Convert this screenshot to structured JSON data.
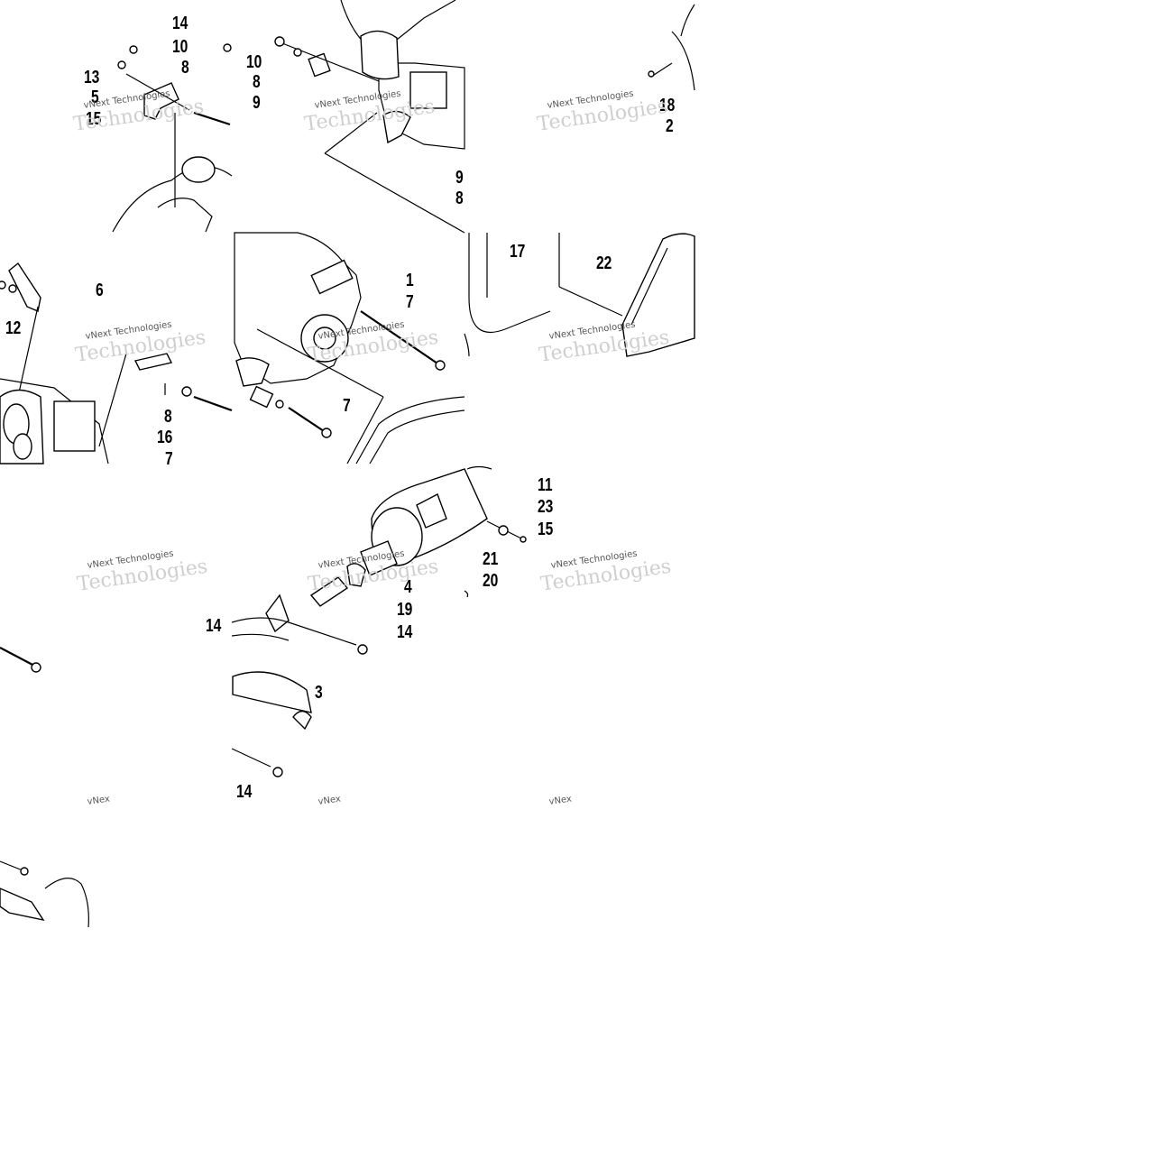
{
  "diagram": {
    "callouts": [
      "14",
      "10",
      "8",
      "13",
      "5",
      "15",
      "10",
      "8",
      "9",
      "18",
      "2",
      "9",
      "8",
      "6",
      "12",
      "1",
      "7",
      "17",
      "22",
      "8",
      "16",
      "7",
      "7",
      "11",
      "23",
      "15",
      "21",
      "20",
      "4",
      "19",
      "14",
      "14",
      "3",
      "14"
    ],
    "watermark": {
      "line1": "vNext Technologies",
      "line1_short": "vNex",
      "line2": "Technologies"
    }
  }
}
